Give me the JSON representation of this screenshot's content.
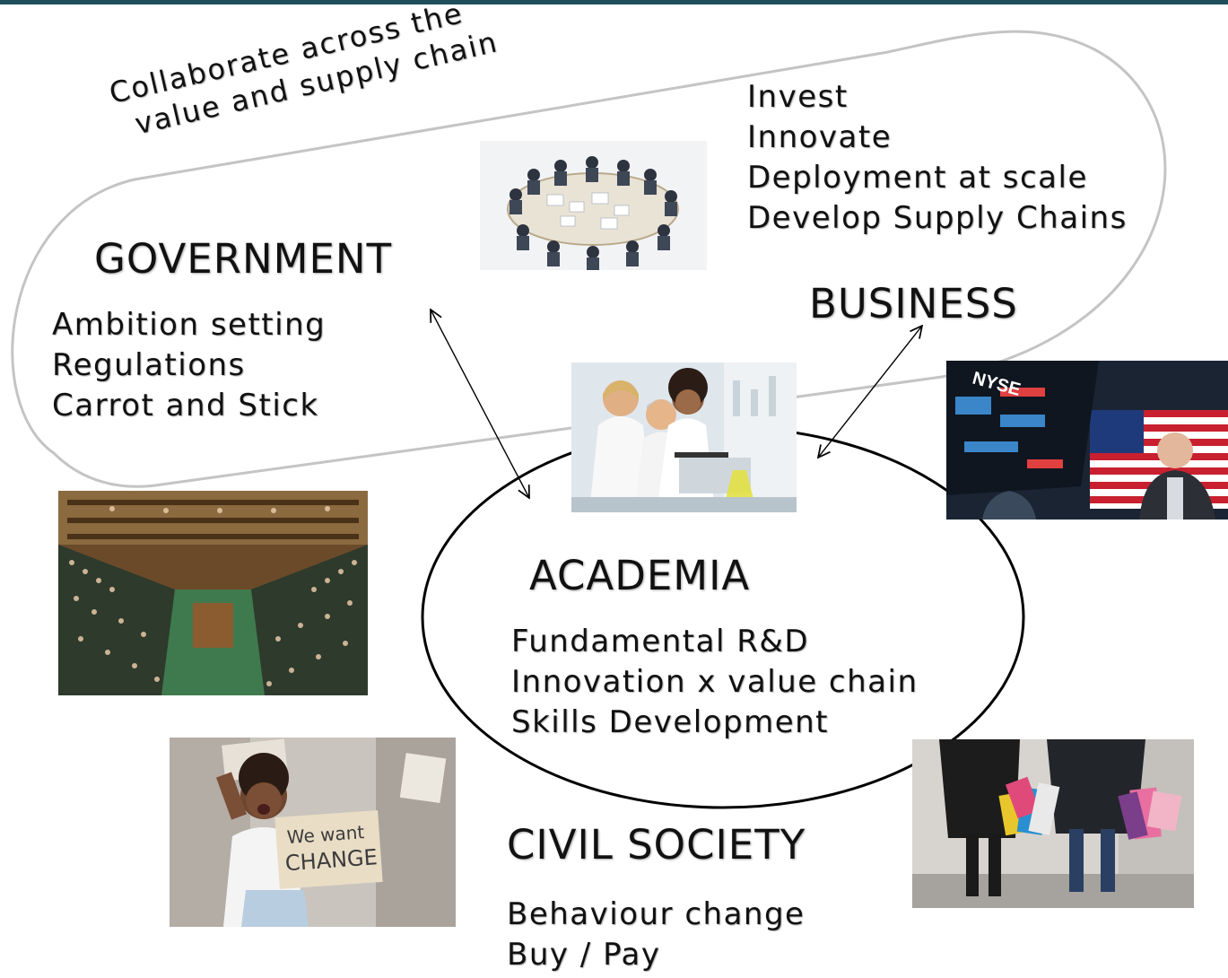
{
  "collaborate_text": [
    "Collaborate across the",
    "value and supply chain"
  ],
  "government": {
    "title": "GOVERNMENT",
    "items": [
      "Ambition setting",
      "Regulations",
      "Carrot and Stick"
    ]
  },
  "business": {
    "title": "BUSINESS",
    "items": [
      "Invest",
      "Innovate",
      "Deployment at scale",
      "Develop Supply Chains"
    ]
  },
  "academia": {
    "title": "ACADEMIA",
    "items": [
      "Fundamental R&D",
      "Innovation x value chain",
      "Skills Development"
    ]
  },
  "civil_society": {
    "title": "CIVIL SOCIETY",
    "items": [
      "Behaviour change",
      "Buy / Pay"
    ]
  },
  "protest_sign": [
    "We want",
    "CHANGE"
  ],
  "stock_exchange_sign": "NYSE",
  "colors": {
    "top_bar": "#1f4e5a",
    "capsule_outline": "#bdbdbd",
    "ellipse_outline": "#000000"
  }
}
